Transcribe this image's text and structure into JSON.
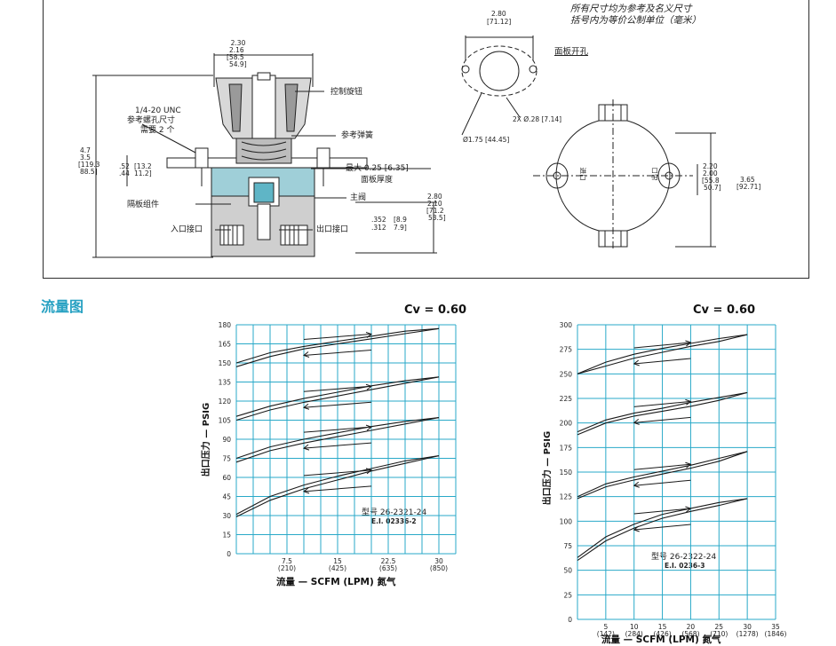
{
  "notes": {
    "line1": "所有尺寸均为参考及名义尺寸",
    "line2": "括号内为等价公制单位（毫米）"
  },
  "drawing": {
    "top_dim": {
      "a": "2.30",
      "b": "2.16",
      "c": "[58.5",
      "d": "54.9]"
    },
    "left_dim": {
      "a": "4.7",
      "b": "3.5",
      "c": "[119.3",
      "d": "88.5]"
    },
    "panel_dim": {
      "a": ".52",
      "b": ".44",
      "c": "[13.2",
      "d": "11.2]"
    },
    "thread_note": {
      "line1": "1/4-20 UNC",
      "line2": "参考螺孔尺寸",
      "line3": "需要 2 个"
    },
    "callouts": {
      "knob": "控制旋钮",
      "spring": "参考弹簧",
      "max_panel": "最大 0.25 [6.35]",
      "panel_thickness": "面板厚度",
      "main_valve": "主阀",
      "diaphragm": "隔板组件",
      "inlet": "入口接口",
      "outlet": "出口接口"
    },
    "port_dim": {
      "a": ".352",
      "b": ".312",
      "c": "[8.9",
      "d": "7.9]"
    },
    "height_dim": {
      "a": "2.80",
      "b": "2.10",
      "c": "[71.2",
      "d": "53.5]"
    },
    "panel_cutout": {
      "title": "面板开孔",
      "width_a": "2.80",
      "width_b": "[71.12]",
      "holes": "2X Ø.28 [7.14]",
      "dia": "Ø1.75 [44.45]"
    },
    "front": {
      "h_a": "2.20",
      "h_b": "2.00",
      "h_c": "[55.8",
      "h_d": "50.7]",
      "total_a": "3.65",
      "total_b": "[92.71]",
      "in": "进口",
      "out": "出口"
    }
  },
  "section_title": "流量图",
  "charts": {
    "left": {
      "cv": "Cv = 0.60",
      "ylabel": "出口压力 — PSIG",
      "xlabel": "流量 — SCFM (LPM) 氮气",
      "model": "型号  26-2321-24",
      "ei": "E.I. 02336-2"
    },
    "right": {
      "cv": "Cv = 0.60",
      "ylabel": "出口压力 — PSIG",
      "xlabel": "流量 — SCFM (LPM) 氮气",
      "model": "型号  26-2322-24",
      "ei": "E.I. 0236-3"
    }
  },
  "chart_data": [
    {
      "type": "line",
      "title": "Cv = 0.60",
      "xlabel": "流量 — SCFM (LPM) 氮气",
      "ylabel": "出口压力 — PSIG",
      "xlim": [
        0,
        32.5
      ],
      "ylim": [
        0,
        180
      ],
      "xticks": [
        {
          "v": 7.5,
          "l1": "7.5",
          "l2": "(210)"
        },
        {
          "v": 15,
          "l1": "15",
          "l2": "(425)"
        },
        {
          "v": 22.5,
          "l1": "22.5",
          "l2": "(635)"
        },
        {
          "v": 30,
          "l1": "30",
          "l2": "(850)"
        }
      ],
      "yticks": [
        0,
        15,
        30,
        45,
        60,
        75,
        90,
        105,
        120,
        135,
        150,
        165,
        180
      ],
      "series": [
        {
          "x": [
            0,
            5,
            10,
            15,
            20,
            25,
            30
          ],
          "y": [
            147,
            155,
            161,
            165,
            169,
            173,
            177
          ]
        },
        {
          "x": [
            0,
            5,
            10,
            15,
            20,
            25,
            30
          ],
          "y": [
            150,
            158,
            163,
            167,
            171,
            175,
            177
          ]
        },
        {
          "x": [
            0,
            5,
            10,
            15,
            20,
            25,
            30
          ],
          "y": [
            105,
            113,
            119,
            124,
            129,
            134,
            139
          ]
        },
        {
          "x": [
            0,
            5,
            10,
            15,
            20,
            25,
            30
          ],
          "y": [
            108,
            116,
            122,
            127,
            132,
            136,
            139
          ]
        },
        {
          "x": [
            0,
            5,
            10,
            15,
            20,
            25,
            30
          ],
          "y": [
            72,
            81,
            87,
            92,
            97,
            102,
            107
          ]
        },
        {
          "x": [
            0,
            5,
            10,
            15,
            20,
            25,
            30
          ],
          "y": [
            75,
            84,
            90,
            95,
            100,
            104,
            107
          ]
        },
        {
          "x": [
            0,
            5,
            10,
            15,
            20,
            25,
            30
          ],
          "y": [
            29,
            42,
            51,
            58,
            65,
            71,
            77
          ]
        },
        {
          "x": [
            0,
            5,
            10,
            15,
            20,
            25,
            30
          ],
          "y": [
            31,
            45,
            54,
            61,
            67,
            73,
            77
          ]
        }
      ]
    },
    {
      "type": "line",
      "title": "Cv = 0.60",
      "xlabel": "流量 — SCFM (LPM) 氮气",
      "ylabel": "出口压力 — PSIG",
      "xlim": [
        0,
        35
      ],
      "ylim": [
        0,
        300
      ],
      "xticks": [
        {
          "v": 5,
          "l1": "5",
          "l2": "(142)"
        },
        {
          "v": 10,
          "l1": "10",
          "l2": "(284)"
        },
        {
          "v": 15,
          "l1": "15",
          "l2": "(426)"
        },
        {
          "v": 20,
          "l1": "20",
          "l2": "(568)"
        },
        {
          "v": 25,
          "l1": "25",
          "l2": "(710)"
        },
        {
          "v": 30,
          "l1": "30",
          "l2": "(1278)"
        },
        {
          "v": 35,
          "l1": "35",
          "l2": "(1846)"
        }
      ],
      "yticks": [
        0,
        25,
        50,
        75,
        100,
        125,
        150,
        175,
        200,
        225,
        250,
        275,
        300
      ],
      "series": [
        {
          "x": [
            0,
            5,
            10,
            15,
            20,
            25,
            30
          ],
          "y": [
            250,
            258,
            266,
            272,
            278,
            283,
            290
          ]
        },
        {
          "x": [
            0,
            5,
            10,
            15,
            20,
            25,
            30
          ],
          "y": [
            250,
            262,
            270,
            276,
            281,
            286,
            290
          ]
        },
        {
          "x": [
            0,
            5,
            10,
            15,
            20,
            25,
            30
          ],
          "y": [
            188,
            200,
            207,
            212,
            217,
            223,
            231
          ]
        },
        {
          "x": [
            0,
            5,
            10,
            15,
            20,
            25,
            30
          ],
          "y": [
            191,
            203,
            210,
            215,
            221,
            226,
            231
          ]
        },
        {
          "x": [
            0,
            5,
            10,
            15,
            20,
            25,
            30
          ],
          "y": [
            123,
            135,
            142,
            148,
            154,
            161,
            171
          ]
        },
        {
          "x": [
            0,
            5,
            10,
            15,
            20,
            25,
            30
          ],
          "y": [
            125,
            138,
            145,
            151,
            157,
            164,
            171
          ]
        },
        {
          "x": [
            0,
            5,
            10,
            15,
            20,
            25,
            30
          ],
          "y": [
            60,
            80,
            93,
            103,
            110,
            116,
            123
          ]
        },
        {
          "x": [
            0,
            5,
            10,
            15,
            20,
            25,
            30
          ],
          "y": [
            63,
            84,
            97,
            107,
            113,
            119,
            123
          ]
        }
      ]
    }
  ]
}
